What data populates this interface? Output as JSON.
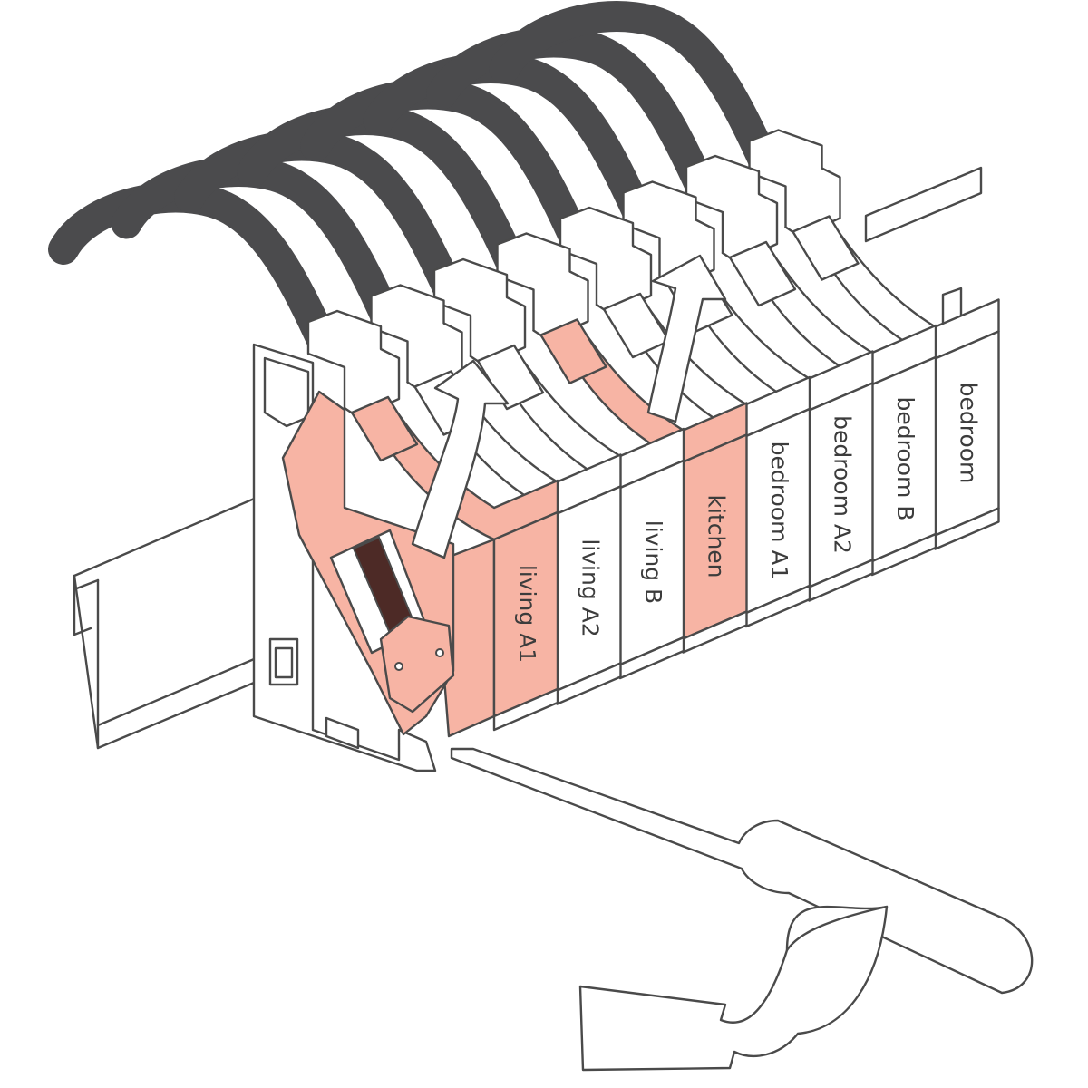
{
  "colors": {
    "highlight": "#f7b4a4",
    "outline": "#4a4a4a",
    "cable": "#4b4b4d",
    "contact_strip": "#4d2a26",
    "background": "#ffffff"
  },
  "icons": {
    "unlock_arrows": "curved-up-arrow-icon",
    "rotate_arrow": "rotate-arrow-icon",
    "tool": "screwdriver-icon"
  },
  "modules": [
    {
      "label": "living A1",
      "highlighted": true
    },
    {
      "label": "living A2",
      "highlighted": false
    },
    {
      "label": "living B",
      "highlighted": false
    },
    {
      "label": "kitchen",
      "highlighted": true
    },
    {
      "label": "bedroom A1",
      "highlighted": false
    },
    {
      "label": "bedroom A2",
      "highlighted": false
    },
    {
      "label": "bedroom B",
      "highlighted": false
    },
    {
      "label": "bedroom",
      "highlighted": false
    }
  ]
}
